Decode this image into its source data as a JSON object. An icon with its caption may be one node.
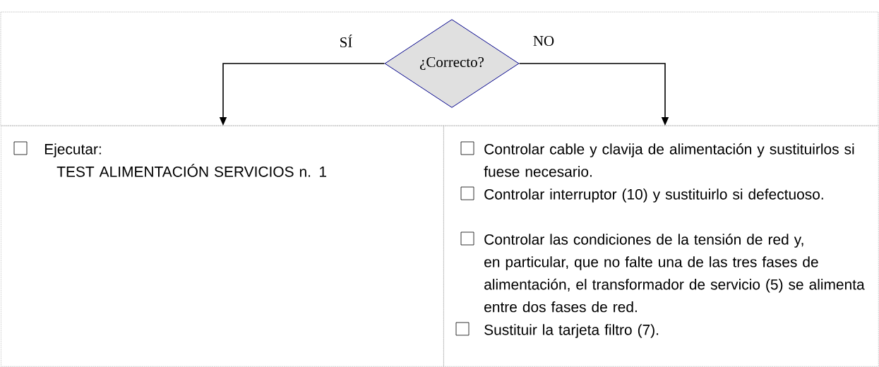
{
  "diagram": {
    "nodes": [
      {
        "text": [
          "¿Correcto?"
        ]
      },
      {
        "text": [
          "Ejecutar:",
          "TEST ALIMENTACIÓN SERVICIOS n. 1"
        ]
      },
      {
        "text": [
          "Controlar cable y clavija de alimentación y sustituirlos si fuese necesario.",
          "Controlar interruptor (10) y sustituirlo si defectuoso.",
          "Controlar las condiciones de la tensión de red y, en particular, que no falte una de las tres fases de alimentación, el transformador de servicio (5) se alimenta entre dos fases de red.",
          "Sustituir la tarjeta filtro (7)."
        ]
      }
    ],
    "edges": [
      {
        "from": 0,
        "to": 1,
        "arrow": "to",
        "label": "SÍ"
      },
      {
        "from": 0,
        "to": 2,
        "arrow": "to",
        "label": "NO"
      }
    ]
  }
}
